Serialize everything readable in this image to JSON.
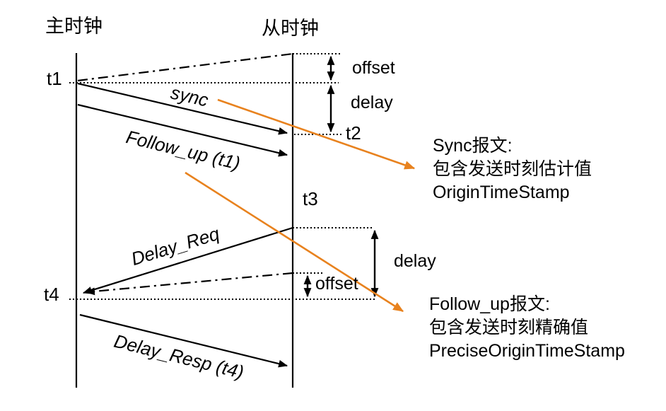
{
  "diagram": {
    "clocks": {
      "master_label": "主时钟",
      "slave_label": "从时钟"
    },
    "timestamps": {
      "t1": "t1",
      "t2": "t2",
      "t3": "t3",
      "t4": "t4"
    },
    "messages": {
      "sync": "sync",
      "follow_up": "Follow_up (t1)",
      "delay_req": "Delay_Req",
      "delay_resp": "Delay_Resp (t4)"
    },
    "intervals": {
      "offset_top": "offset",
      "delay_top": "delay",
      "delay_bottom": "delay",
      "offset_bottom": "offset"
    },
    "notes": {
      "sync_note": {
        "title": "Sync报文:",
        "line2": "包含发送时刻估计值",
        "line3": "OriginTimeStamp"
      },
      "follow_up_note": {
        "title": "Follow_up报文:",
        "line2": "包含发送时刻精确值",
        "line3": "PreciseOriginTimeStamp"
      }
    },
    "colors": {
      "ink": "#000000",
      "accent_orange": "#E8821E",
      "background": "#FFFFFF"
    }
  }
}
